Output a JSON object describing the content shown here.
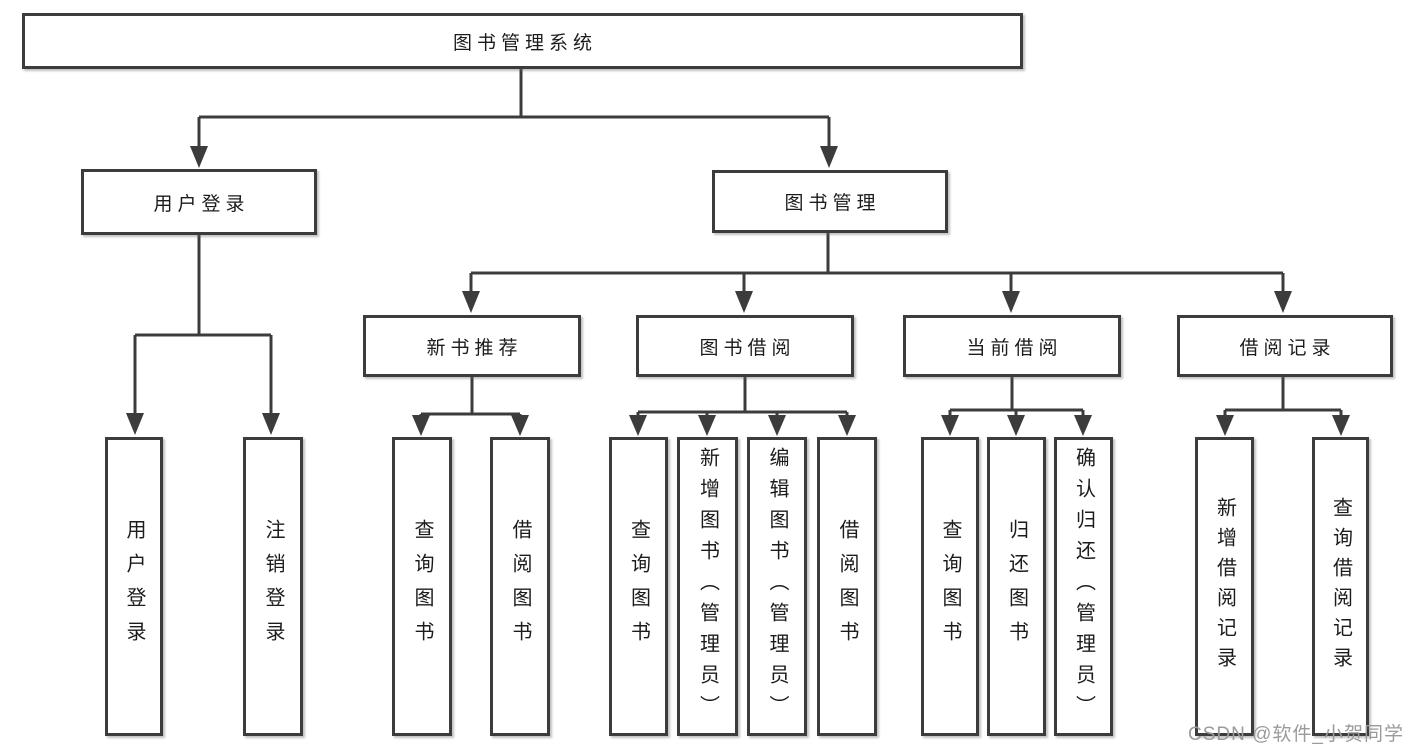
{
  "diagram": {
    "root": {
      "label": "图书管理系统"
    },
    "level2": [
      {
        "label": "用户登录"
      },
      {
        "label": "图书管理"
      }
    ],
    "level3": [
      {
        "label": "新书推荐"
      },
      {
        "label": "图书借阅"
      },
      {
        "label": "当前借阅"
      },
      {
        "label": "借阅记录"
      }
    ],
    "leaves": {
      "user_login": [
        "用户登录",
        "注销登录"
      ],
      "new_book_recommendation": [
        "查询图书",
        "借阅图书"
      ],
      "book_borrowing": [
        "查询图书",
        "新增图书（管理员）",
        "编辑图书（管理员）",
        "借阅图书"
      ],
      "current_borrowing": [
        "查询图书",
        "归还图书",
        "确认归还（管理员）"
      ],
      "borrowing_records": [
        "新增借阅记录",
        "查询借阅记录"
      ]
    }
  },
  "watermark": {
    "text": "CSDN @软件_小贺同学"
  },
  "colors": {
    "line": "#3c3c3c",
    "text": "#1c1c1c",
    "watermark": "#9b9b9b",
    "background": "#ffffff"
  }
}
